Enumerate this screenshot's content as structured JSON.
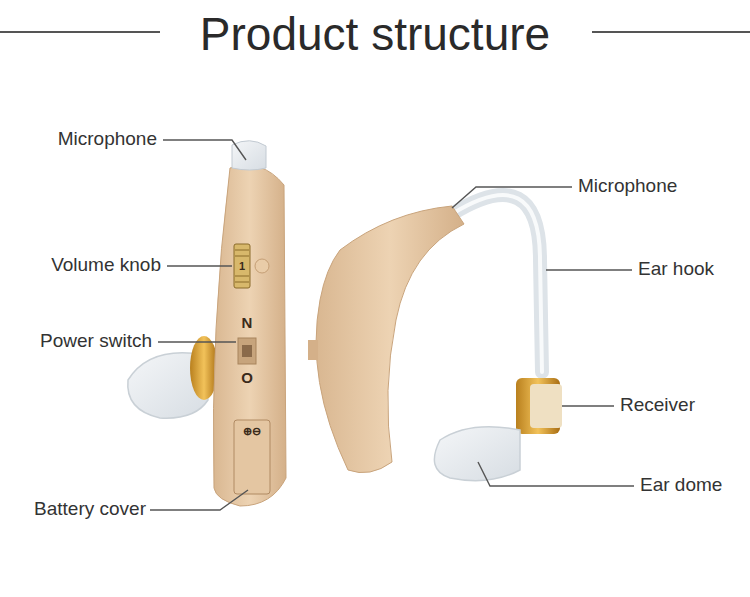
{
  "diagram": {
    "title": "Product structure",
    "labels": [
      "Microphone",
      "Volume knob",
      "Power switch",
      "Battery cover",
      "Microphone",
      "Ear hook",
      "Receiver",
      "Ear dome",
      "1",
      "N",
      "O",
      "⊕⊖"
    ]
  }
}
